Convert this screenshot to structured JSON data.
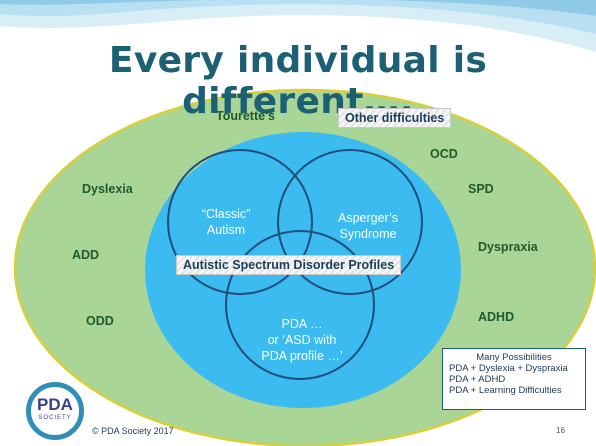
{
  "title": "Every individual is different….",
  "outer_labels": {
    "tourettes": "Tourette's",
    "other_difficulties": "Other difficulties",
    "ocd": "OCD",
    "dyslexia": "Dyslexia",
    "spd": "SPD",
    "add": "ADD",
    "dyspraxia": "Dyspraxia",
    "odd": "ODD",
    "adhd": "ADHD"
  },
  "circles": {
    "classic": [
      "“Classic”",
      "Autism"
    ],
    "asperger": [
      "Asperger’s",
      "Syndrome"
    ],
    "pda": [
      "PDA …",
      "or ‘ASD with",
      "PDA profile …’"
    ]
  },
  "band_label": "Autistic Spectrum Disorder Profiles",
  "possibilities": {
    "heading": "Many Possibilities",
    "items": [
      "PDA + Dyslexia + Dyspraxia",
      "PDA + ADHD",
      "PDA + Learning Difficulties"
    ]
  },
  "logo": {
    "main": "PDA",
    "sub": "SOCIETY"
  },
  "copyright": "© PDA Society 2017",
  "page_number": "16",
  "colors": {
    "title": "#1d5f73",
    "outer_ellipse": "#a9d596",
    "inner_ellipse": "#3bbbf0",
    "circle_stroke": "#1f4e79",
    "outer_text": "#1e5a2a"
  }
}
